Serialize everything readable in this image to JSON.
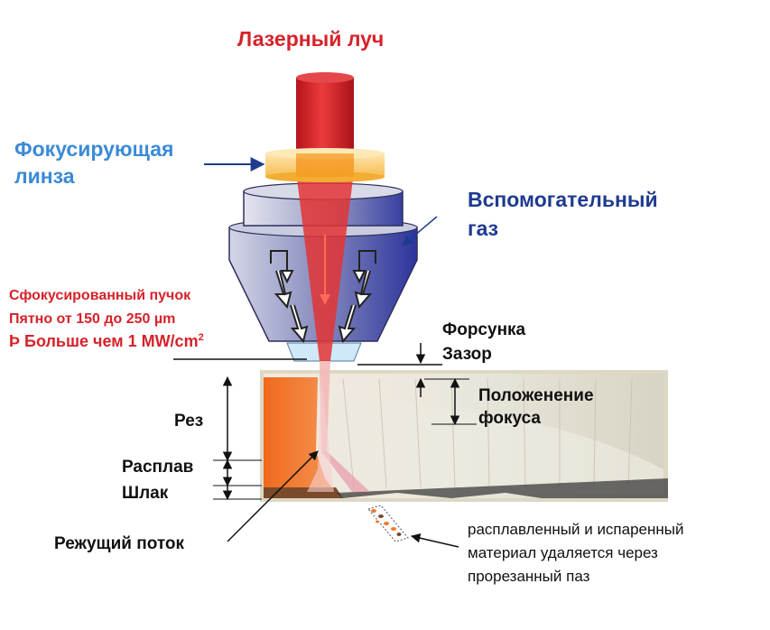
{
  "labels": {
    "laser_beam": "Лазерный луч",
    "focusing_lens_1": "Фокусирующая",
    "focusing_lens_2": "линза",
    "assist_gas_1": "Вспомогательный",
    "assist_gas_2": "газ",
    "focused_beam": "Сфокусированный пучок",
    "spot_size": "Пятно от 150 до 250 µm",
    "power_prefix": "Þ Больше чем",
    "power_value": "1 MW/cm",
    "power_exp": "2",
    "nozzle": "Форсунка",
    "gap": "Зазор",
    "focus_position_1": "Положенение",
    "focus_position_2": "фокуса",
    "cut": "Рез",
    "melt": "Расплав",
    "dross": "Шлак",
    "cutting_stream": "Режущий поток",
    "removed_1": "расплавленный и испаренный",
    "removed_2": "материал удаляется через",
    "removed_3": "прорезанный паз"
  },
  "colors": {
    "beam": "#d6222a",
    "lens": "#f7b23a",
    "nozzle": "#4a55b0",
    "workpiece": "#e8e4d6",
    "cut_face": "#f07a2c",
    "dross": "#7a4a2a",
    "title_red": "#d6222a",
    "lens_label_blue": "#3b8ad6",
    "gas_label_navy": "#1f3b8f"
  }
}
